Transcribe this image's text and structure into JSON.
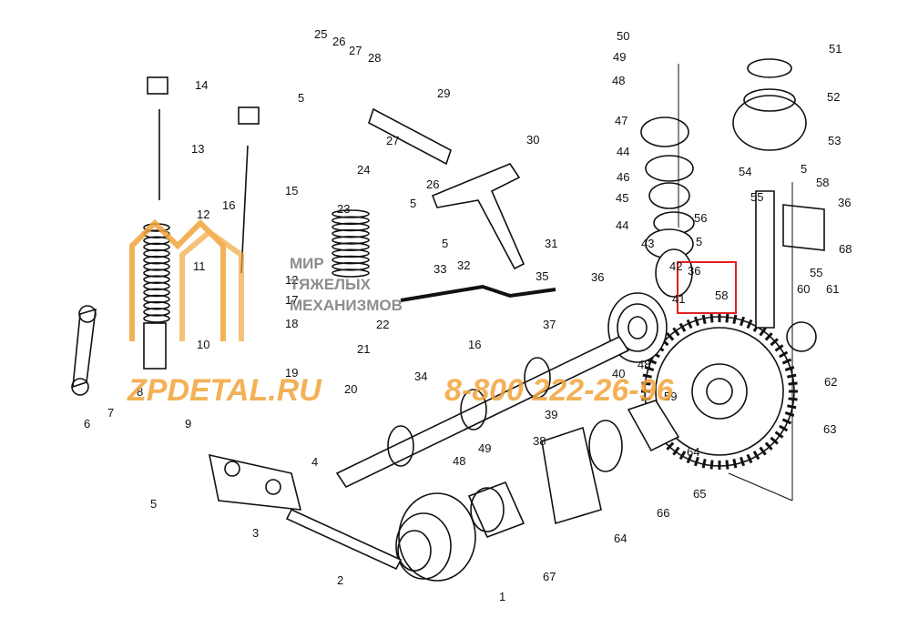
{
  "watermark": {
    "brand_line1": "МИР",
    "brand_line2": "ТЯЖЕЛЫХ",
    "brand_line3": "МЕХАНИЗМОВ",
    "site": "ZPDETAL.RU",
    "phone": "8-800 222-26-96",
    "color": "#f2a43a"
  },
  "highlight_color": "#e02020",
  "line_color": "#111111",
  "callouts": [
    "1",
    "2",
    "3",
    "4",
    "5",
    "5",
    "5",
    "5",
    "5",
    "5",
    "6",
    "7",
    "8",
    "9",
    "10",
    "11",
    "12",
    "12",
    "13",
    "14",
    "15",
    "16",
    "16",
    "17",
    "18",
    "19",
    "20",
    "21",
    "22",
    "23",
    "24",
    "25",
    "26",
    "26",
    "27",
    "27",
    "28",
    "29",
    "30",
    "31",
    "32",
    "33",
    "34",
    "35",
    "36",
    "36",
    "36",
    "37",
    "38",
    "39",
    "40",
    "41",
    "42",
    "43",
    "44",
    "44",
    "45",
    "46",
    "47",
    "48",
    "48",
    "48",
    "49",
    "49",
    "50",
    "51",
    "52",
    "53",
    "54",
    "55",
    "55",
    "56",
    "58",
    "58",
    "59",
    "60",
    "61",
    "62",
    "63",
    "64",
    "64",
    "65",
    "66",
    "67",
    "68"
  ]
}
